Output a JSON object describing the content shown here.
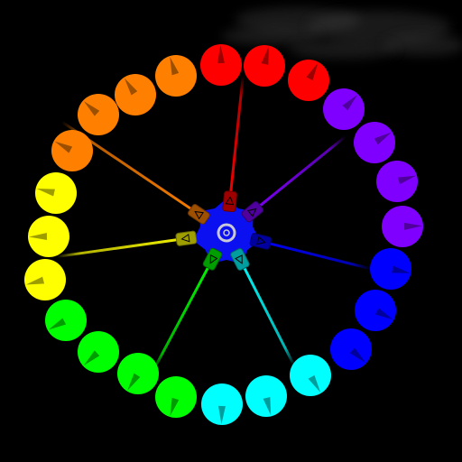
{
  "colors": {
    "background": "#000000",
    "hub": "#0a10f0",
    "hub_ring": "#c8c8d8",
    "cloud": "#4a4a4a"
  },
  "hub_icon": "ring-hub-icon",
  "beads": [
    {
      "color": "#ff0000"
    },
    {
      "color": "#ff0000"
    },
    {
      "color": "#ff0000"
    },
    {
      "color": "#8000ff"
    },
    {
      "color": "#8000ff"
    },
    {
      "color": "#8000ff"
    },
    {
      "color": "#8000ff"
    },
    {
      "color": "#0000ff"
    },
    {
      "color": "#0000ff"
    },
    {
      "color": "#0000ff"
    },
    {
      "color": "#00ffff"
    },
    {
      "color": "#00ffff"
    },
    {
      "color": "#00ffff"
    },
    {
      "color": "#00ff00"
    },
    {
      "color": "#00ff00"
    },
    {
      "color": "#00ff00"
    },
    {
      "color": "#00ff00"
    },
    {
      "color": "#ffff00"
    },
    {
      "color": "#ffff00"
    },
    {
      "color": "#ffff00"
    },
    {
      "color": "#ff8000"
    },
    {
      "color": "#ff8000"
    },
    {
      "color": "#ff8000"
    },
    {
      "color": "#ff8000"
    }
  ],
  "spokes": [
    {
      "color": "#ff0000",
      "direction": "up"
    },
    {
      "color": "#8000ff",
      "direction": "up-right"
    },
    {
      "color": "#0000ff",
      "direction": "right"
    },
    {
      "color": "#00ffff",
      "direction": "down-right"
    },
    {
      "color": "#00ff00",
      "direction": "down-left"
    },
    {
      "color": "#ffff00",
      "direction": "left"
    },
    {
      "color": "#ff8000",
      "direction": "up-left"
    }
  ]
}
